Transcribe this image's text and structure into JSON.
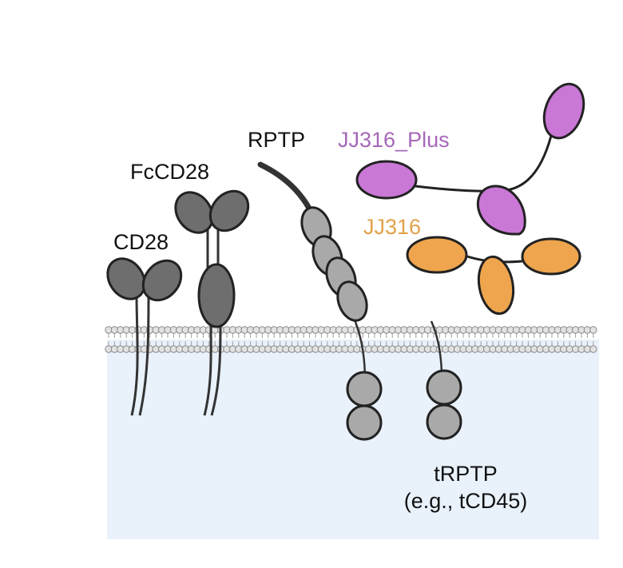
{
  "labels": {
    "cd28": "CD28",
    "fccd28": "FcCD28",
    "rptp": "RPTP",
    "jj316_plus": "JJ316_Plus",
    "jj316": "JJ316",
    "trptp_line1": "tRPTP",
    "trptp_line2": "(e.g., tCD45)"
  },
  "colors": {
    "cytoplasm": "#e9f1fb",
    "membrane_head": "#e2e2e2",
    "membrane_outline": "#8a8a8a",
    "receptor_dark": "#6e6e6e",
    "rptp_domain": "#a9a9a9",
    "stroke": "#222222",
    "jj316_plus": "#c978d6",
    "jj316": "#eea54d",
    "jj316_plus_text": "#a668b8",
    "jj316_text": "#e3a14a"
  }
}
